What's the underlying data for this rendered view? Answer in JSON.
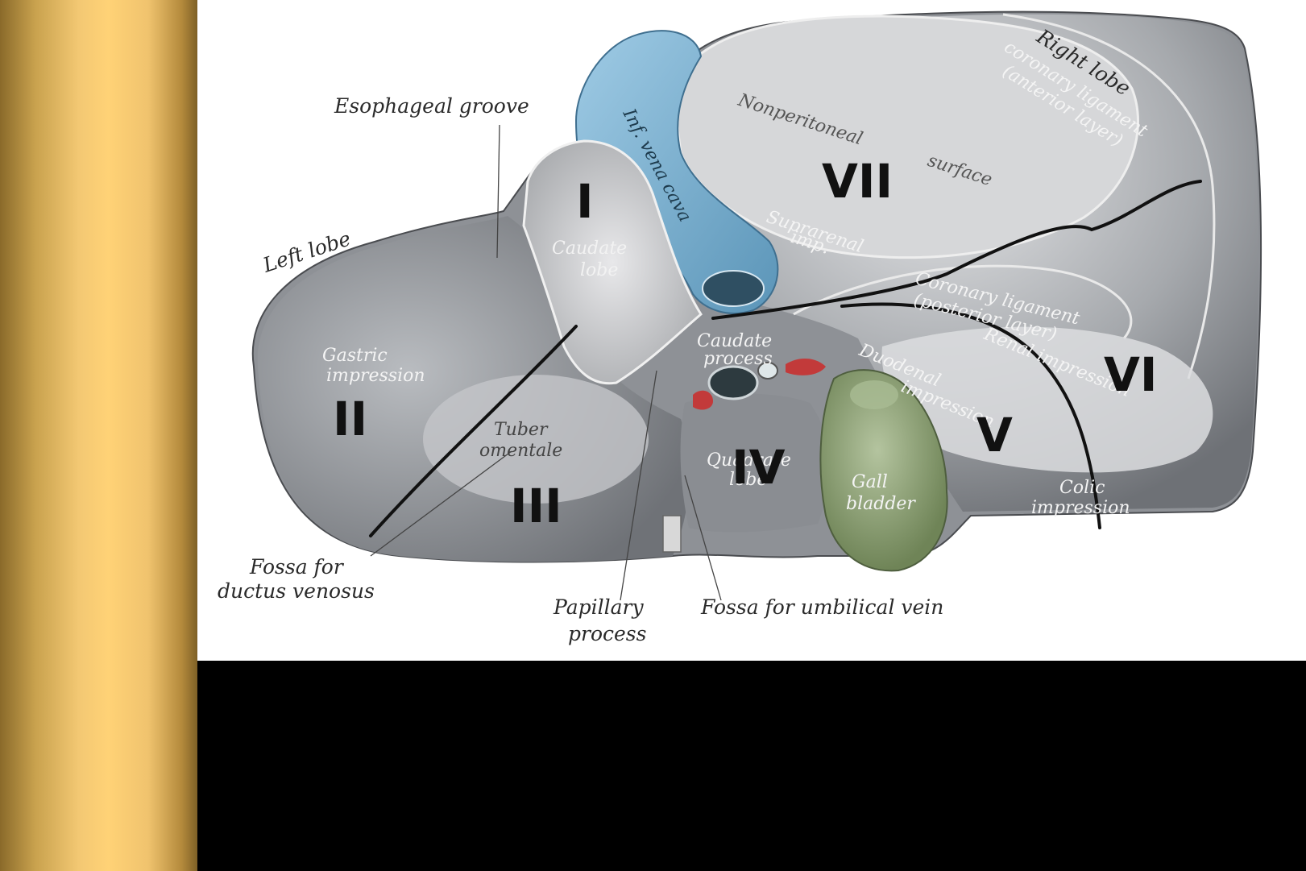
{
  "figure": {
    "labels": {
      "esophageal_groove": "Esophageal groove",
      "left_lobe": "Left lobe",
      "right_lobe": "Right lobe",
      "coronary_ligament_anterior_1": "coronary ligament",
      "coronary_ligament_anterior_2": "(anterior layer)",
      "nonperitoneal_surface_1": "Nonperitoneal",
      "nonperitoneal_surface_2": "surface",
      "inf_vena_cava": "Inf. vena cava",
      "suprarenal_imp_1": "Suprarenal",
      "suprarenal_imp_2": "imp.",
      "caudate_lobe_1": "Caudate",
      "caudate_lobe_2": "lobe",
      "coronary_ligament_posterior_1": "Coronary ligament",
      "coronary_ligament_posterior_2": "(posterior layer)",
      "gastric_impression_1": "Gastric",
      "gastric_impression_2": "impression",
      "caudate_process_1": "Caudate",
      "caudate_process_2": "process",
      "renal_impression": "Renal impression",
      "duodenal_impression_1": "Duodenal",
      "duodenal_impression_2": "impression",
      "tuber_omentale_1": "Tuber",
      "tuber_omentale_2": "omentale",
      "quadrate_lobe_1": "Quadrate",
      "quadrate_lobe_2": "lobe",
      "gall_bladder_1": "Gall",
      "gall_bladder_2": "bladder",
      "colic_impression_1": "Colic",
      "colic_impression_2": "impression",
      "fossa_ductus_venosus_1": "Fossa for",
      "fossa_ductus_venosus_2": "ductus venosus",
      "papillary_process_1": "Papillary",
      "papillary_process_2": "process",
      "fossa_umbilical_vein": "Fossa for umbilical vein"
    },
    "segments": {
      "I": "I",
      "II": "II",
      "III": "III",
      "IV": "IV",
      "V": "V",
      "VI": "VI",
      "VII": "VII"
    },
    "colors": {
      "liver": "#8e9196",
      "liver_light": "#d9dadc",
      "vena_cava": "#7ab3d4",
      "gall_bladder": "#8fa577",
      "vessel_red": "#c23a3a",
      "gold": "#ffd276"
    }
  }
}
